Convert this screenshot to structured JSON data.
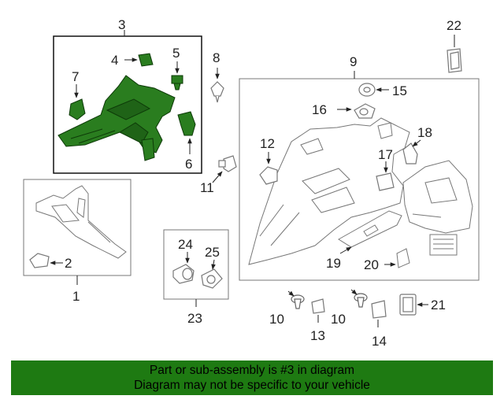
{
  "callouts": {
    "c1": "1",
    "c2": "2",
    "c3": "3",
    "c4": "4",
    "c5": "5",
    "c6": "6",
    "c7": "7",
    "c8": "8",
    "c9": "9",
    "c10a": "10",
    "c10b": "10",
    "c11": "11",
    "c12": "12",
    "c13": "13",
    "c14": "14",
    "c15": "15",
    "c16": "16",
    "c17": "17",
    "c18": "18",
    "c19": "19",
    "c20": "20",
    "c21": "21",
    "c22": "22",
    "c23": "23",
    "c24": "24",
    "c25": "25"
  },
  "banner": {
    "line1": "Part or sub-assembly is #3 in diagram",
    "line2": "Diagram may not be specific to your vehicle"
  },
  "colors": {
    "highlight": "#2a7d1f",
    "banner": "#1e7a12",
    "linework": "#555555"
  }
}
